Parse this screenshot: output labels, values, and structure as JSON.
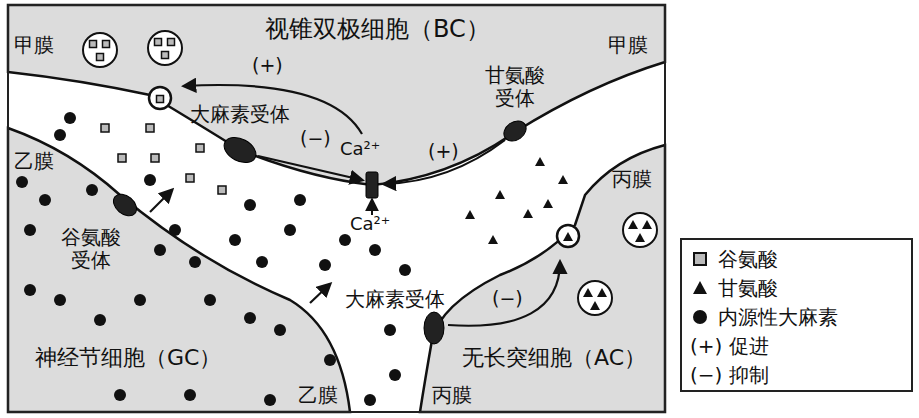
{
  "diagram": {
    "labels": [
      "视锥双极细胞（BC）",
      "甲膜",
      "甲膜",
      "(+)",
      "甘氨酸 受体",
      "大麻素受体",
      "Ca²⁺",
      "(+)",
      "(−)",
      "Ca²⁺",
      "乙膜",
      "谷氨酸 受体",
      "丙膜",
      "神经节细胞（GC）",
      "大麻素受体",
      "(−)",
      "无长突细胞（AC）",
      "乙膜",
      "丙膜"
    ],
    "legend": [
      {
        "text": "谷氨酸"
      },
      {
        "text": "甘氨酸"
      },
      {
        "text": "内源性大麻素"
      },
      {
        "text": "(+) 促进"
      },
      {
        "text": "(−) 抑制"
      }
    ]
  }
}
